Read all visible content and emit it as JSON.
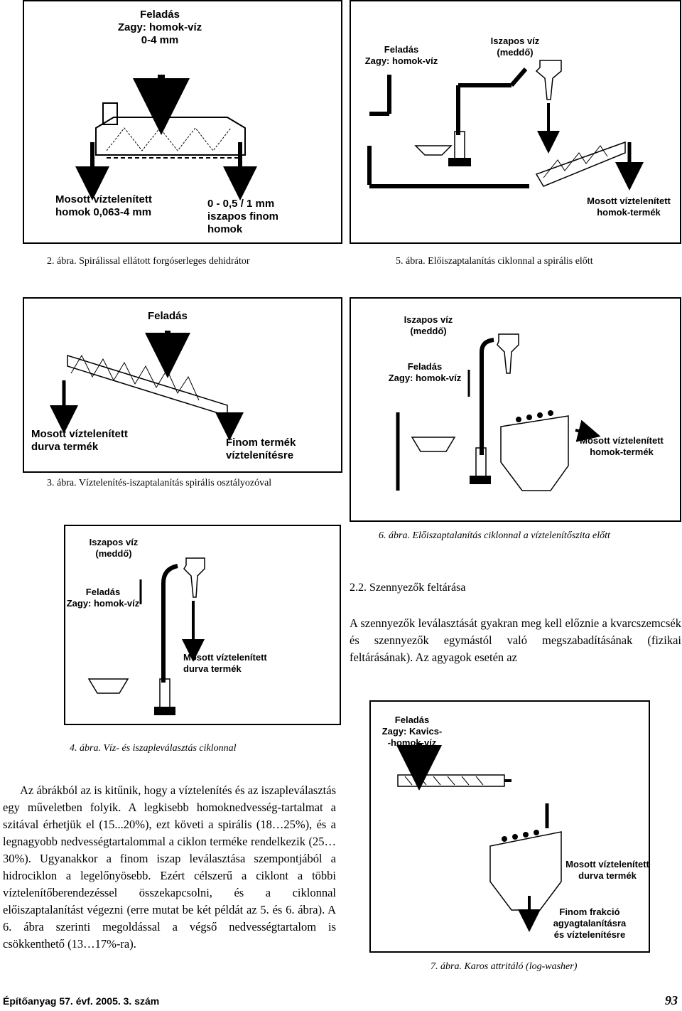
{
  "fig2": {
    "label_top": "Feladás\nZagy: homok-víz\n0-4 mm",
    "label_left": "Mosott víztelenített\nhomok 0,063-4 mm",
    "label_right": "0 - 0,5 / 1 mm\niszapos finom\nhomok",
    "caption": "2. ábra. Spirálissal ellátott forgóserleges dehidrátor"
  },
  "fig5": {
    "label_feed": "Feladás\nZagy: homok-víz",
    "label_slurry": "Iszapos víz\n(meddő)",
    "label_product": "Mosott víztelenített\nhomok-termék",
    "caption": "5. ábra. Előiszaptalanítás ciklonnal a spirális előtt"
  },
  "fig3": {
    "label_feed": "Feladás",
    "label_coarse": "Mosott víztelenített\ndurva termék",
    "label_fine": "Finom termék\nvíztelenítésre",
    "caption": "3. ábra. Víztelenítés-iszaptalanítás spirális osztályozóval"
  },
  "fig6": {
    "label_slurry": "Iszapos víz\n(meddő)",
    "label_feed": "Feladás\nZagy: homok-víz",
    "label_product": "Mosott víztelenített\nhomok-termék",
    "caption": "6. ábra. Előiszaptalanítás ciklonnal a víztelenítőszita előtt"
  },
  "fig4": {
    "label_slurry": "Iszapos víz\n(meddő)",
    "label_feed": "Feladás\nZagy: homok-víz",
    "label_product": "Mosott víztelenített\ndurva termék",
    "caption": "4. ábra. Víz- és iszapleválasztás ciklonnal"
  },
  "fig7": {
    "label_feed": "Feladás\nZagy: Kavics-\n-homok-víz",
    "label_coarse": "Mosott víztelenített\ndurva termék",
    "label_fine": "Finom frakció\nagyagtalanításra\nés víztelenítésre",
    "caption": "7. ábra. Karos attritáló (log-washer)"
  },
  "section": {
    "heading": "2.2. Szennyezők feltárása",
    "paragraph": "A szennyezők leválasztását gyakran meg kell előznie a kvarcszemcsék és szennyezők egymástól való megszabadításának (fizikai feltárásának). Az agyagok esetén az"
  },
  "body_text": "Az ábrákból az is kitűnik, hogy a víztelenítés és az iszapleválasztás egy műveletben folyik. A legkisebb homoknedvesség-tartalmat a szitával érhetjük el (15...20%), ezt követi a spirális (18…25%), és a legnagyobb nedvességtartalommal a ciklon terméke rendelkezik (25…30%). Ugyanakkor a finom iszap leválasztása szempontjából a hidrociklon a legelőnyösebb. Ezért célszerű a ciklont a többi víztelenítőberendezéssel összekapcsolni, és a ciklonnal előiszaptalanítást végezni (erre mutat be két példát az 5. és 6. ábra). A 6. ábra szerinti megoldással a végső nedvességtartalom is csökkenthető (13…17%-ra).",
  "footer": {
    "journal": "Építőanyag 57. évf. 2005. 3. szám",
    "page": "93"
  }
}
